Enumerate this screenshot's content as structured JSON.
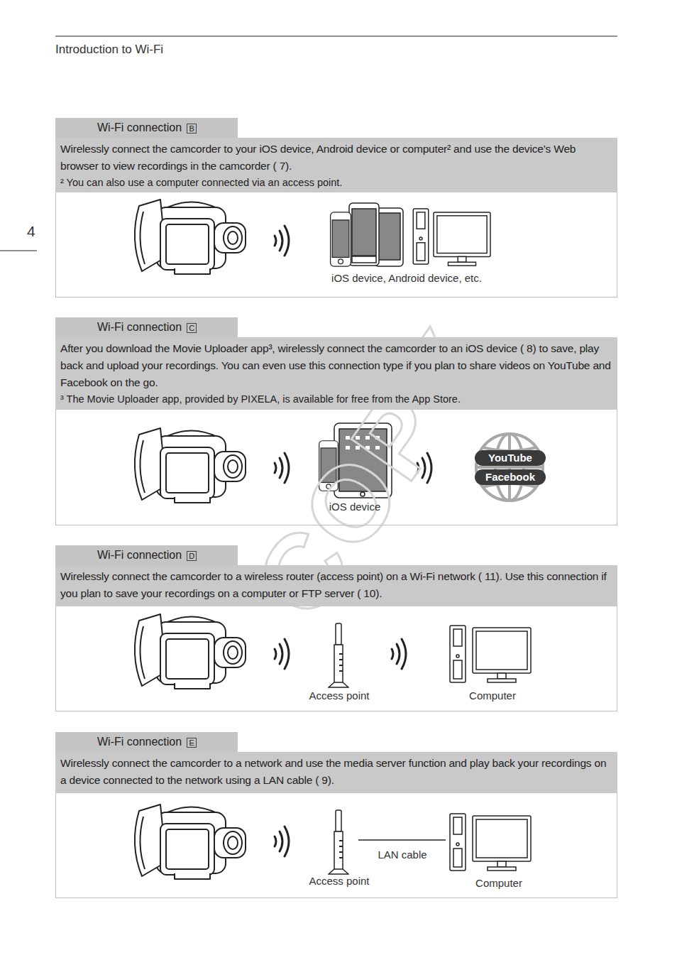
{
  "diagram": {
    "nodes": [
      {
        "text": [
          "Wi-Fi connection",
          "B"
        ]
      },
      {
        "text": [
          "Wirelessly connect the camcorder to your iOS device, Android device or computer² and use the device’s Web browser to view recordings in the camcorder ( 7).",
          "² You can also use a computer connected via an access point."
        ]
      },
      {
        "text": [
          "iOS device, Android device, etc."
        ]
      },
      {
        "text": [
          "Wi-Fi connection",
          "C"
        ]
      },
      {
        "text": [
          "After you download the Movie Uploader app³, wirelessly connect the camcorder to an iOS device ( 8) to save, play back and upload your recordings. You can even use this connection type if you plan to share videos on YouTube and Facebook on the go.",
          "³ The Movie Uploader app, provided by PIXELA, is available for free from the App Store."
        ]
      },
      {
        "text": [
          "iOS device"
        ]
      },
      {
        "text": [
          "YouTube"
        ],
        "in": 5
      },
      {
        "text": [
          "Facebook"
        ],
        "in": 5
      },
      {
        "text": [
          "Wi-Fi connection",
          "D"
        ]
      },
      {
        "text": [
          "Wirelessly connect the camcorder to a wireless router (access point) on a Wi-Fi network ( 11). Use this connection if you plan to save your recordings on a computer or FTP server ( 10)."
        ]
      },
      {
        "text": [
          "Access point",
          "Computer"
        ]
      },
      {
        "text": [
          "Wi-Fi connection",
          "E"
        ]
      },
      {
        "text": [
          "Wirelessly connect the camcorder to a network and use the media server function and play back your recordings on a device connected to the network using a LAN cable ( 9)."
        ]
      },
      {
        "text": [
          "Access point",
          "LAN cable",
          "Computer"
        ]
      }
    ],
    "labels": [
      "Introduction to Wi-Fi",
      "4",
      "COPY"
    ]
  }
}
